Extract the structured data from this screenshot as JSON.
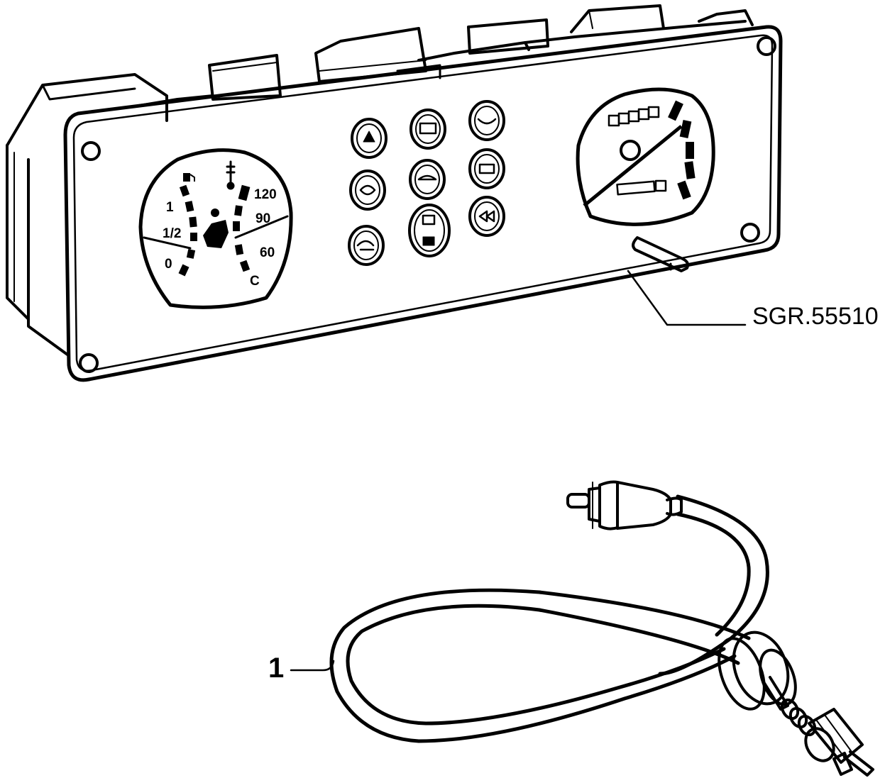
{
  "callouts": {
    "assembly_reference": "SGR.55510",
    "cable_part_number": "1"
  },
  "gauges": {
    "fuel_marks": [
      "1",
      "1/2",
      "0"
    ],
    "temp_marks": [
      "120",
      "90",
      "60",
      "C"
    ]
  },
  "colors": {
    "ink": "#000000",
    "paper": "#ffffff"
  }
}
